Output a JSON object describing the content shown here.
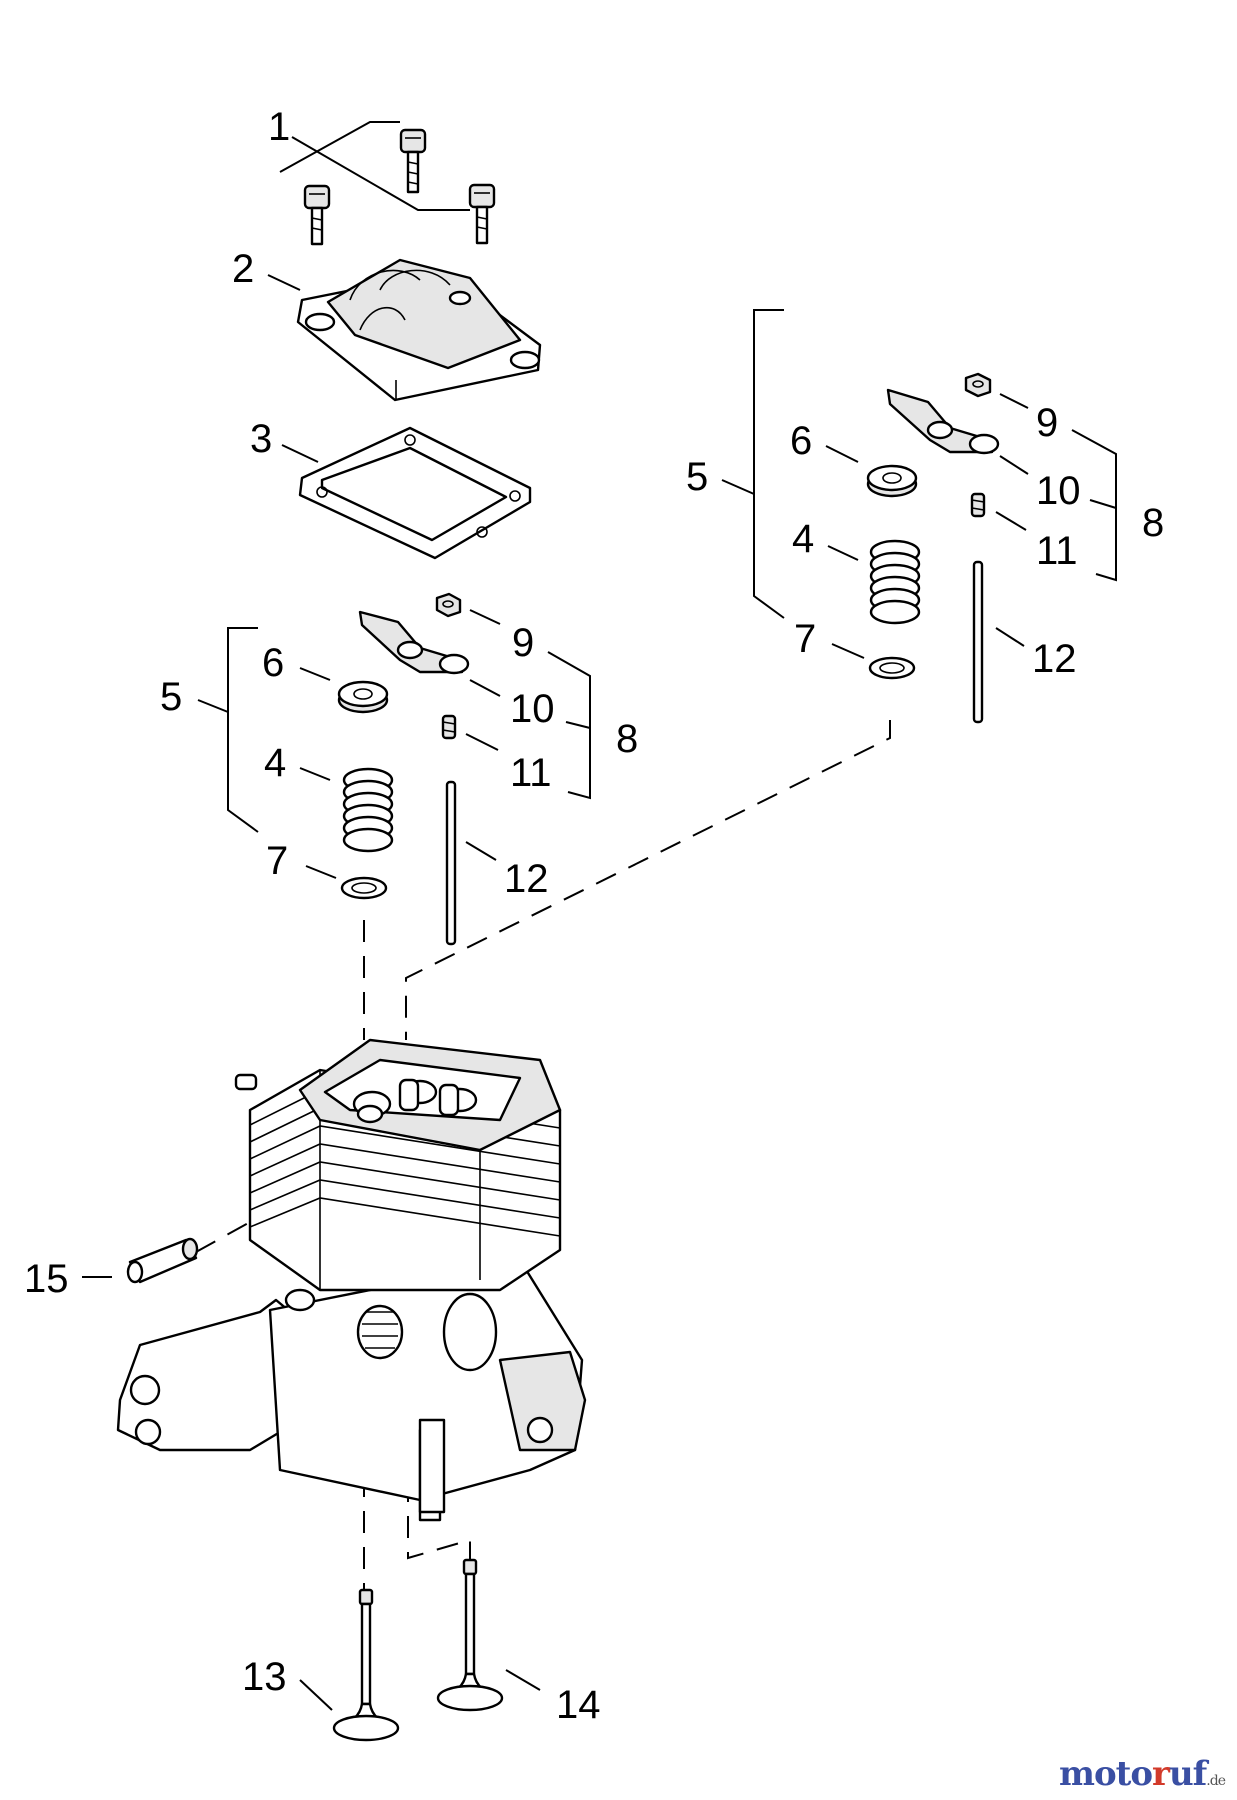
{
  "callouts": {
    "c1": "1",
    "c2": "2",
    "c3": "3",
    "l4": "4",
    "l5": "5",
    "l6": "6",
    "l7": "7",
    "l8": "8",
    "l9": "9",
    "l10": "10",
    "l11": "11",
    "l12": "12",
    "r4": "4",
    "r5": "5",
    "r6": "6",
    "r7": "7",
    "r8": "8",
    "r9": "9",
    "r10": "10",
    "r11": "11",
    "r12": "12",
    "c13": "13",
    "c14": "14",
    "c15": "15"
  },
  "watermark": {
    "brand_a": "moto",
    "brand_b": "r",
    "brand_c": "uf",
    "tld": ".de"
  },
  "colors": {
    "line": "#000000",
    "background": "#ffffff",
    "watermark_blue": "#3a4fa3",
    "watermark_red": "#d23a2a"
  },
  "icons": [
    "screw-icon",
    "valve-cover-icon",
    "gasket-icon",
    "spring-icon",
    "retainer-icon",
    "washer-icon",
    "rocker-arm-icon",
    "nut-icon",
    "adjuster-icon",
    "push-rod-icon",
    "cylinder-icon",
    "valve-icon",
    "pin-icon"
  ]
}
